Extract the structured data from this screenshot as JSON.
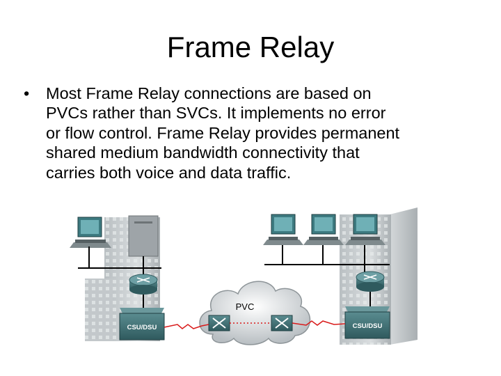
{
  "slide": {
    "title": "Frame Relay",
    "bullet_marker": "•",
    "bullet_text": "Most Frame Relay connections are based on\nPVCs rather than SVCs. It implements no error\nor flow control. Frame Relay provides permanent\nshared medium bandwidth connectivity that\ncarries both voice and data traffic."
  },
  "diagram": {
    "cloud_label": "PVC",
    "left_csu_label": "CSU/DSU",
    "right_csu_label": "CSU/DSU",
    "link_color": "#d91a1a",
    "device_color": "#3d6e72",
    "building_color": "#c8cdd0"
  }
}
